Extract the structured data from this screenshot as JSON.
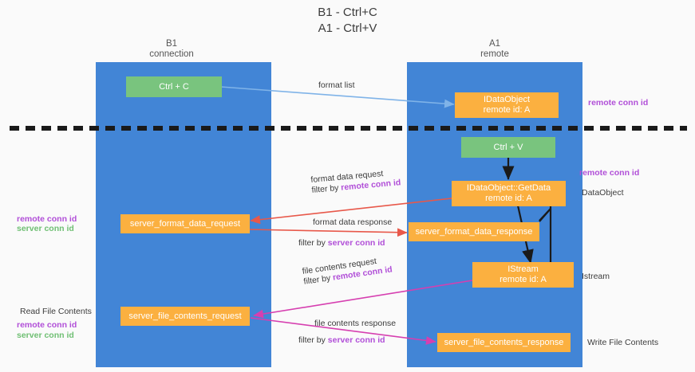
{
  "title": {
    "line1": "B1 - Ctrl+C",
    "line2": "A1 - Ctrl+V"
  },
  "colors": {
    "lane": "#4285d6",
    "green_box": "#79c47e",
    "orange_box": "#fbb040",
    "remote_conn": "#b14fd8",
    "server_conn": "#6fbf73",
    "arrow_blue": "#7fb3e8",
    "arrow_red": "#e8584a",
    "arrow_magenta": "#d63fb0",
    "arrow_black": "#1a1a1a",
    "divider": "#1a1a1a"
  },
  "columns": [
    {
      "id": "b1",
      "name": "B1",
      "role": "connection"
    },
    {
      "id": "a1",
      "name": "A1",
      "role": "remote"
    }
  ],
  "boxes": [
    {
      "id": "ctrl-c",
      "lane": "b1",
      "style": "green",
      "line1": "Ctrl + C",
      "line2": ""
    },
    {
      "id": "idataobject",
      "lane": "a1",
      "style": "orange",
      "line1": "IDataObject",
      "line2": "remote id: A"
    },
    {
      "id": "ctrl-v",
      "lane": "a1",
      "style": "green",
      "line1": "Ctrl + V",
      "line2": ""
    },
    {
      "id": "getdata",
      "lane": "a1",
      "style": "orange",
      "line1": "IDataObject::GetData",
      "line2": "remote id: A"
    },
    {
      "id": "fmt-req",
      "lane": "b1",
      "style": "orange",
      "line1": "server_format_data_request",
      "line2": ""
    },
    {
      "id": "fmt-resp",
      "lane": "a1",
      "style": "orange",
      "line1": "server_format_data_response",
      "line2": ""
    },
    {
      "id": "istream",
      "lane": "a1",
      "style": "orange",
      "line1": "IStream",
      "line2": "remote id: A"
    },
    {
      "id": "file-req",
      "lane": "b1",
      "style": "orange",
      "line1": "server_file_contents_request",
      "line2": ""
    },
    {
      "id": "file-resp",
      "lane": "a1",
      "style": "orange",
      "line1": "server_file_contents_response",
      "line2": ""
    }
  ],
  "edge_labels": [
    {
      "id": "format-list",
      "text": "format list",
      "filter_prefix": "",
      "filter_key": ""
    },
    {
      "id": "fmt-data-req",
      "text": "format data request",
      "filter_prefix": "filter by",
      "filter_key": "remote conn id"
    },
    {
      "id": "fmt-data-resp",
      "text": "format data response",
      "filter_prefix": "filter by",
      "filter_key": "server conn id"
    },
    {
      "id": "file-contents-req",
      "text": "file contents request",
      "filter_prefix": "filter by",
      "filter_key": "remote conn id"
    },
    {
      "id": "file-contents-resp",
      "text": "file contents response",
      "filter_prefix": "filter by",
      "filter_key": "server conn id"
    }
  ],
  "right_annotations": [
    {
      "id": "r-remote-1",
      "kind": "remote",
      "text": "remote conn id"
    },
    {
      "id": "r-remote-2",
      "kind": "remote",
      "text": "remote conn id"
    },
    {
      "id": "r-dataobject",
      "kind": "plain",
      "text": "DataObject"
    },
    {
      "id": "r-istream",
      "kind": "plain",
      "text": "Istream"
    },
    {
      "id": "r-write",
      "kind": "plain",
      "text": "Write File Contents"
    }
  ],
  "left_annotations": [
    {
      "id": "l-remote-1",
      "kind": "remote",
      "text": "remote conn id"
    },
    {
      "id": "l-server-1",
      "kind": "server",
      "text": "server conn id"
    },
    {
      "id": "l-read",
      "kind": "plain",
      "text": "Read File Contents"
    },
    {
      "id": "l-remote-2",
      "kind": "remote",
      "text": "remote conn id"
    },
    {
      "id": "l-server-2",
      "kind": "server",
      "text": "server conn id"
    }
  ]
}
